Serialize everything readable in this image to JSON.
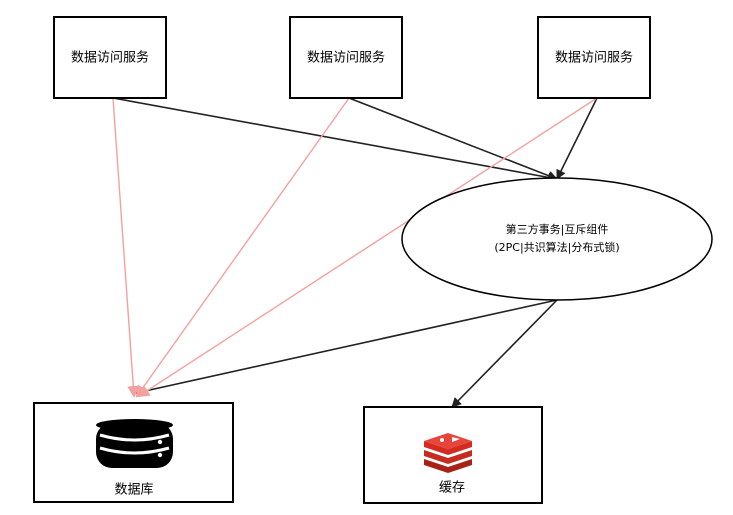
{
  "nodes": {
    "service_1": {
      "label": "数据访问服务"
    },
    "service_2": {
      "label": "数据访问服务"
    },
    "service_3": {
      "label": "数据访问服务"
    },
    "coordinator": {
      "line1": "第三方事务|互斥组件",
      "line2": "(2PC|共识算法|分布式锁)"
    },
    "database": {
      "label": "数据库",
      "icon": "database-icon"
    },
    "cache": {
      "label": "缓存",
      "icon": "redis-icon"
    }
  },
  "colors": {
    "edge_black": "#222222",
    "edge_red": "#f4a0a0",
    "cache_icon": "#d42a20",
    "db_icon": "#000000"
  }
}
